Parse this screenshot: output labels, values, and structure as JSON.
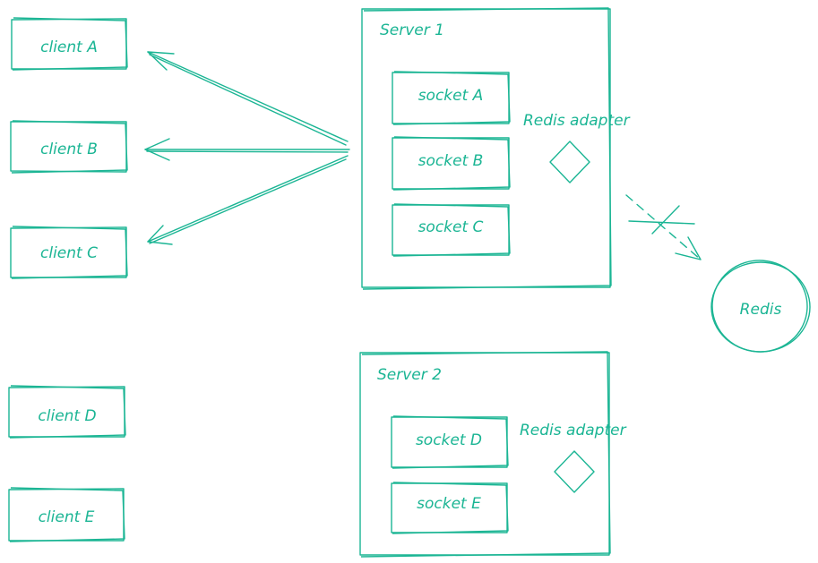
{
  "clients": {
    "a": "client A",
    "b": "client B",
    "c": "client C",
    "d": "client D",
    "e": "client E"
  },
  "server1": {
    "title": "Server 1",
    "sockets": {
      "a": "socket A",
      "b": "socket B",
      "c": "socket C"
    },
    "adapter": "Redis adapter"
  },
  "server2": {
    "title": "Server 2",
    "sockets": {
      "d": "socket D",
      "e": "socket E"
    },
    "adapter": "Redis adapter"
  },
  "redis": {
    "label": "Redis"
  },
  "colors": {
    "stroke": "#1bb594",
    "background": "#ffffff"
  }
}
